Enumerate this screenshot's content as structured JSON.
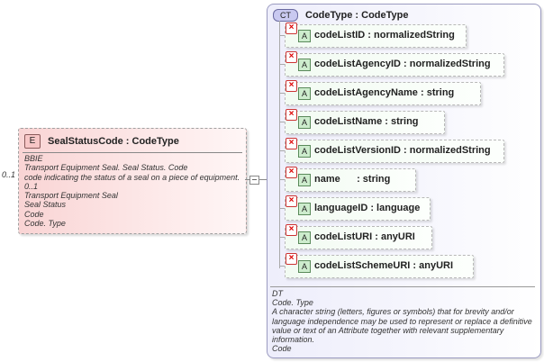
{
  "element": {
    "badge": "E",
    "title": "SealStatusCode : CodeType",
    "multiplicity": "0..1",
    "doc": [
      "BBIE",
      "Transport Equipment Seal. Seal Status. Code",
      "code indicating the status of a seal on a piece of equipment.",
      "0..1",
      "Transport Equipment Seal",
      "Seal Status",
      "Code",
      "Code. Type"
    ]
  },
  "complex_type": {
    "badge": "CT",
    "title": "CodeType : CodeType",
    "attributes": [
      {
        "badge": "A",
        "label": "codeListID : normalizedString"
      },
      {
        "badge": "A",
        "label": "codeListAgencyID : normalizedString"
      },
      {
        "badge": "A",
        "label": "codeListAgencyName : string"
      },
      {
        "badge": "A",
        "label": "codeListName : string"
      },
      {
        "badge": "A",
        "label": "codeListVersionID : normalizedString"
      },
      {
        "badge": "A",
        "label": "name      : string"
      },
      {
        "badge": "A",
        "label": "languageID : language"
      },
      {
        "badge": "A",
        "label": "codeListURI : anyURI"
      },
      {
        "badge": "A",
        "label": "codeListSchemeURI : anyURI"
      }
    ],
    "doc": [
      "DT",
      "Code. Type",
      "A character string (letters, figures or symbols) that for brevity and/or",
      "language independence may be used to represent or replace a definitive",
      "value or text of an Attribute together with relevant supplementary",
      "information.",
      "Code"
    ]
  },
  "colors": {
    "element_fill": "#fde9e9",
    "complex_type_fill": "#eeeefb",
    "attribute_fill": "#f2fbf2",
    "prohibited_mark": "#dd0000"
  },
  "icons": {
    "element": "element-badge-icon",
    "complex_type": "complex-type-badge-icon",
    "attribute": "attribute-badge-icon",
    "prohibited": "prohibited-x-icon",
    "sequence": "sequence-connector-icon"
  }
}
